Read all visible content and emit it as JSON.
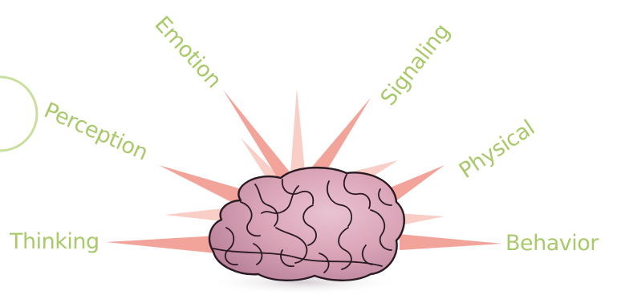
{
  "colors": {
    "accent": "#a9c96a",
    "ray_dark": "#f2a39a",
    "ray_light": "#f8cec6",
    "brain_fill": "#d9a3b6",
    "brain_outline": "#2a1a22",
    "circle_stroke": "#c9df9e"
  },
  "labels": {
    "thinking": "Thinking",
    "perception": "Perception",
    "emotion": "Emotion",
    "signaling": "Signaling",
    "physical": "Physical",
    "behavior": "Behavior"
  },
  "icons": {
    "center": "brain-icon"
  }
}
